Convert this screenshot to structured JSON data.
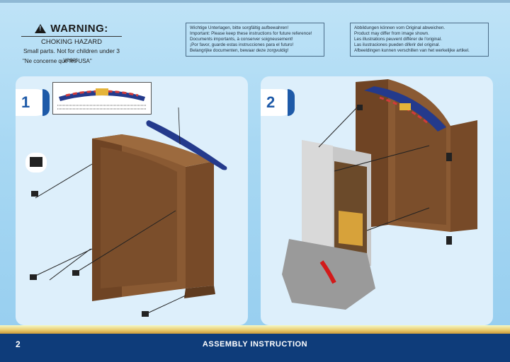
{
  "warning": {
    "title": "WARNING:",
    "line1": "CHOKING HAZARD",
    "line2": "Small parts. Not for children under 3 years.",
    "usa": "\"Ne concerne que les USA\""
  },
  "info_left": [
    "Wichtige Unterlagen, bitte sorgfältig aufbewahren!",
    "Important: Please keep these instructions for future reference!",
    "Documents importants, à conserver soigneusement!",
    "¡Por favor, guarde estas instrucciones para el futuro!",
    "Belangrijke documenten, bewaar deze zorgvuldig!"
  ],
  "info_right": [
    "Abbildungen können vom Original abweichen.",
    "Product may differ from image shown.",
    "Les illustrations peuvent différer de l'original.",
    "Las ilustraciones pueden diferir del original.",
    "Afbeeldingen kunnen verschillen van het werkelijke artikel."
  ],
  "steps": [
    {
      "number": "1"
    },
    {
      "number": "2"
    }
  ],
  "footer": {
    "page": "2",
    "title": "ASSEMBLY INSTRUCTION"
  },
  "colors": {
    "wood": "#8a5a33",
    "wood_dark": "#5f3b1f",
    "banner_blue": "#243a8c",
    "footer_blue": "#0e3c7a",
    "accent_blue": "#1e5aa8"
  }
}
